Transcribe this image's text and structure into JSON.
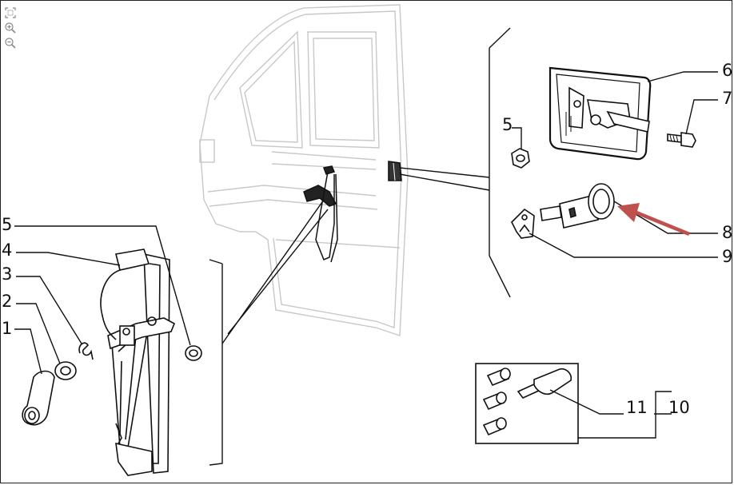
{
  "toolbar": {
    "icons": [
      "fit-page-icon",
      "zoom-in-icon",
      "zoom-out-icon"
    ]
  },
  "callouts": {
    "c1": "1",
    "c2": "2",
    "c3": "3",
    "c4": "4",
    "c5_left": "5",
    "c5_right": "5",
    "c6": "6",
    "c7": "7",
    "c8": "8",
    "c9": "9",
    "c10": "10",
    "c11": "11"
  },
  "colors": {
    "line": "#111111",
    "ghost_door": "#c8c8c8",
    "highlight_arrow": "#c0504d"
  }
}
